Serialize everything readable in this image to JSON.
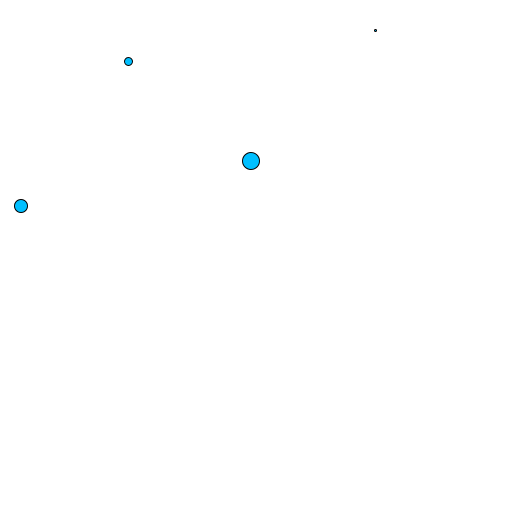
{
  "colors": {
    "background": "#ffffff",
    "circle_fill": "#00bfff",
    "circle_stroke": "#000000"
  },
  "circles": [
    {
      "name": "circle-large-center"
    },
    {
      "name": "circle-left"
    },
    {
      "name": "circle-small-upper"
    },
    {
      "name": "circle-tiny-top-right"
    }
  ]
}
